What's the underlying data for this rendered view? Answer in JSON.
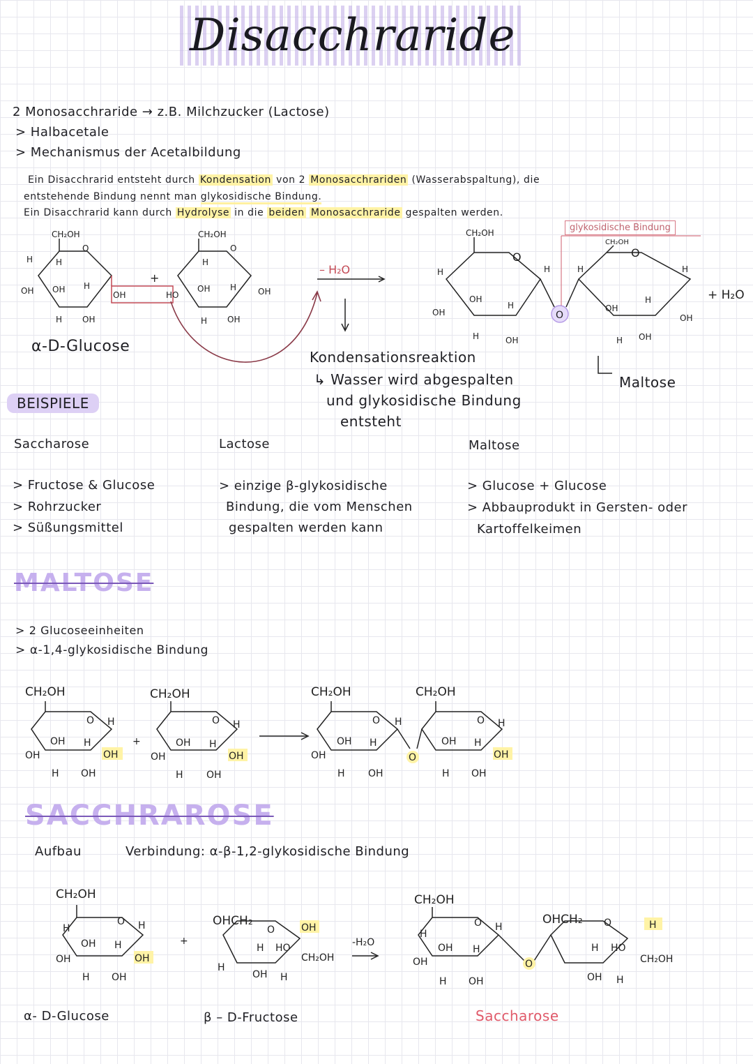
{
  "title": "Disacchraride",
  "intro": {
    "line1": "2 Monosacchraride → z.B. Milchzucker (Lactose)",
    "line2": "> Halbacetale",
    "line3": "> Mechanismus der Acetalbildung"
  },
  "definition": {
    "p1_a": "Ein Disacchrarid entsteht durch",
    "p1_kond": "Kondensation",
    "p1_b": "von 2",
    "p1_mono": "Monosacchrariden",
    "p1_c": "(Wasserabspaltung), die",
    "p2_a": "entstehende Bindung nennt man",
    "p2_bind": "glykosidische Bindung.",
    "p3_a": "Ein Disacchrarid kann durch",
    "p3_hyd": "Hydrolyse",
    "p3_b": "in die",
    "p3_beiden": "beiden",
    "p3_mono": "Monosacchraride",
    "p3_c": "gespalten werden."
  },
  "reaction": {
    "glucose_label": "α-D-Glucose",
    "minus_water": "– H₂O",
    "plus_water": "+ H₂O",
    "plus": "+",
    "bond_label": "glykosidische Bindung",
    "maltose_label": "Maltose",
    "kondensation": "Kondensationsreaktion",
    "kond_line2": "↳ Wasser wird abgespalten",
    "kond_line3": "und glykosidische Bindung",
    "kond_line4": "entsteht"
  },
  "beispiele": {
    "heading": "BEISPIELE",
    "columns": [
      {
        "name": "Saccharose",
        "points": [
          "> Fructose & Glucose",
          "> Rohrzucker",
          "> Süßungsmittel"
        ]
      },
      {
        "name": "Lactose",
        "points": [
          "> einzige β-glykosidische",
          "Bindung, die vom Menschen",
          "gespalten werden kann"
        ]
      },
      {
        "name": "Maltose",
        "points": [
          "> Glucose + Glucose",
          "> Abbauprodukt in Gersten- oder",
          "Kartoffelkeimen"
        ]
      }
    ]
  },
  "maltose_section": {
    "heading": "MALTOSE",
    "line1": "> 2 Glucoseeinheiten",
    "line2": "> α-1,4-glykosidische Bindung"
  },
  "saccharose_section": {
    "heading": "SACCHRAROSE",
    "aufbau": "Aufbau",
    "verbindung": "Verbindung: α-β-1,2-glykosidische Bindung",
    "glucose_label": "α- D-Glucose",
    "fructose_label": "β – D-Fructose",
    "product_label": "Saccharose",
    "minus_water": "-H₂O",
    "plus": "+"
  },
  "chem": {
    "ch2oh": "CH₂OH",
    "ohch2": "OHCH₂",
    "oh": "OH",
    "h": "H",
    "o": "O",
    "ho": "HO"
  },
  "colors": {
    "accent_purple": "#c6b0ee",
    "highlight_yellow": "#fff3a6",
    "pink": "#e05a6a",
    "arrow_maroon": "#8a3a48"
  }
}
